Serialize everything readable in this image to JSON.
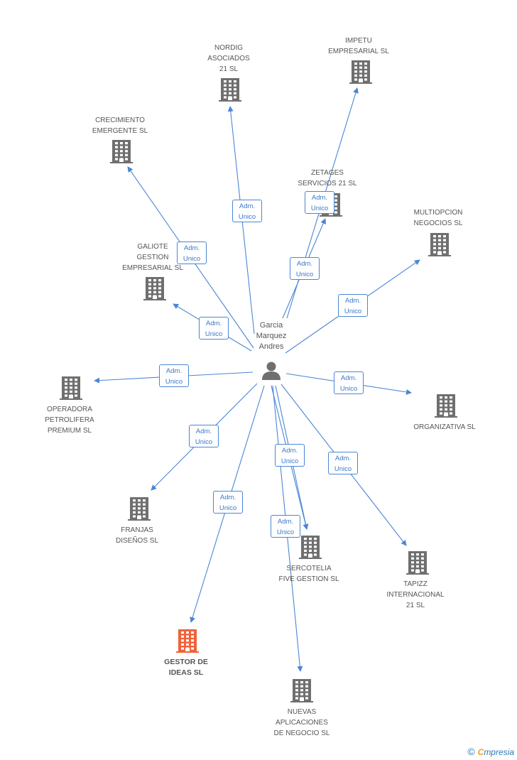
{
  "center": {
    "name_lines": [
      "Garcia",
      "Marquez",
      "Andres"
    ],
    "icon": "person-icon"
  },
  "edge_label_lines": [
    "Adm.",
    "Unico"
  ],
  "companies": [
    {
      "id": "nordig",
      "name_lines": [
        "NORDIG",
        "ASOCIADOS",
        "21 SL"
      ],
      "icon": "building-icon"
    },
    {
      "id": "impetu",
      "name_lines": [
        "IMPETU",
        "EMPRESARIAL SL"
      ],
      "icon": "building-icon"
    },
    {
      "id": "crecimiento",
      "name_lines": [
        "CRECIMIENTO",
        "EMERGENTE SL"
      ],
      "icon": "building-icon"
    },
    {
      "id": "zetages",
      "name_lines": [
        "ZETAGES",
        "SERVICIOS 21 SL"
      ],
      "icon": "building-icon"
    },
    {
      "id": "multiopcion",
      "name_lines": [
        "MULTIOPCION",
        "NEGOCIOS SL"
      ],
      "icon": "building-icon"
    },
    {
      "id": "galiote",
      "name_lines": [
        "GALIOTE",
        "GESTION",
        "EMPRESARIAL SL"
      ],
      "icon": "building-icon"
    },
    {
      "id": "operadora",
      "name_lines": [
        "OPERADORA",
        "PETROLIFERA",
        "PREMIUM SL"
      ],
      "icon": "building-icon"
    },
    {
      "id": "organizativa",
      "name_lines": [
        "ORGANIZATIVA SL"
      ],
      "icon": "building-icon"
    },
    {
      "id": "franjas",
      "name_lines": [
        "FRANJAS",
        "DISEÑOS SL"
      ],
      "icon": "building-icon"
    },
    {
      "id": "sercotelia",
      "name_lines": [
        "SERCOTELIA",
        "FIVE GESTION SL"
      ],
      "icon": "building-icon"
    },
    {
      "id": "tapizz",
      "name_lines": [
        "TAPIZZ",
        "INTERNACIONAL",
        "21 SL"
      ],
      "icon": "building-icon"
    },
    {
      "id": "gestor",
      "name_lines": [
        "GESTOR DE",
        "IDEAS SL"
      ],
      "icon": "building-icon",
      "highlight": true
    },
    {
      "id": "nuevas",
      "name_lines": [
        "NUEVAS",
        "APLICACIONES",
        "DE NEGOCIO SL"
      ],
      "icon": "building-icon"
    }
  ],
  "colors": {
    "edge": "#4a86d6",
    "building": "#6f6f6f",
    "highlight_building": "#f0623a",
    "person": "#6f6f6f"
  },
  "brand": {
    "copyright": "©",
    "name_first": "C",
    "name_rest": "mpresia"
  }
}
